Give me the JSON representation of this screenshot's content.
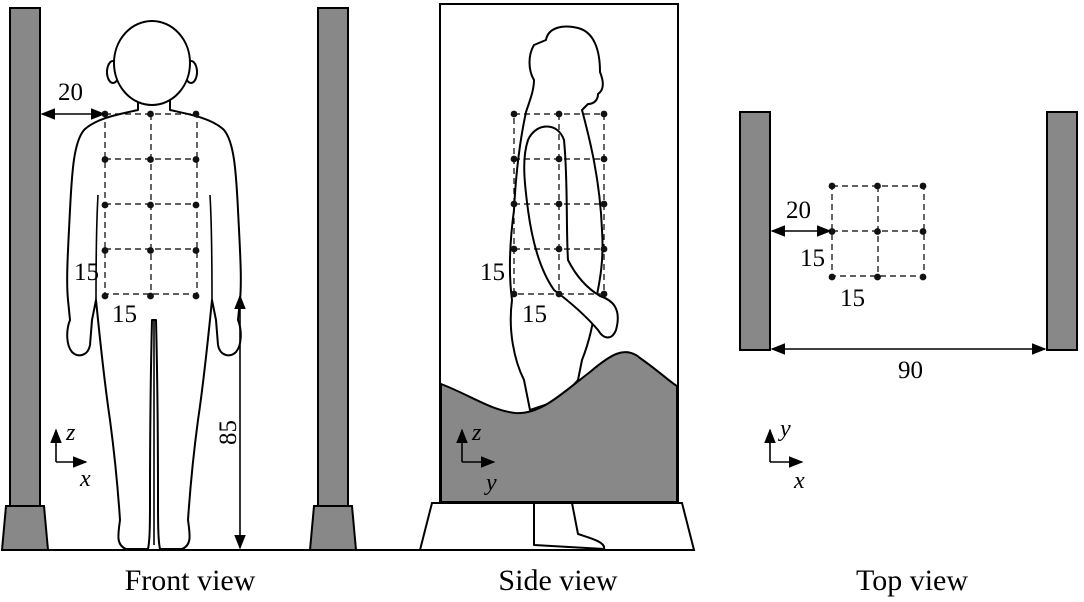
{
  "panels": {
    "front": {
      "caption": "Front view",
      "dim_top": "20",
      "dim_left": "15",
      "dim_bottom": "15",
      "dim_height": "85",
      "axis_v": "z",
      "axis_h": "x"
    },
    "side": {
      "caption": "Side view",
      "dim_left": "15",
      "dim_bottom": "15",
      "axis_v": "z",
      "axis_h": "y"
    },
    "top": {
      "caption": "Top view",
      "dim_top": "20",
      "dim_left": "15",
      "dim_bottom": "15",
      "dim_width": "90",
      "axis_v": "y",
      "axis_h": "x"
    }
  },
  "colors": {
    "pillar": "#888888",
    "outline": "#000000",
    "background": "#ffffff"
  }
}
